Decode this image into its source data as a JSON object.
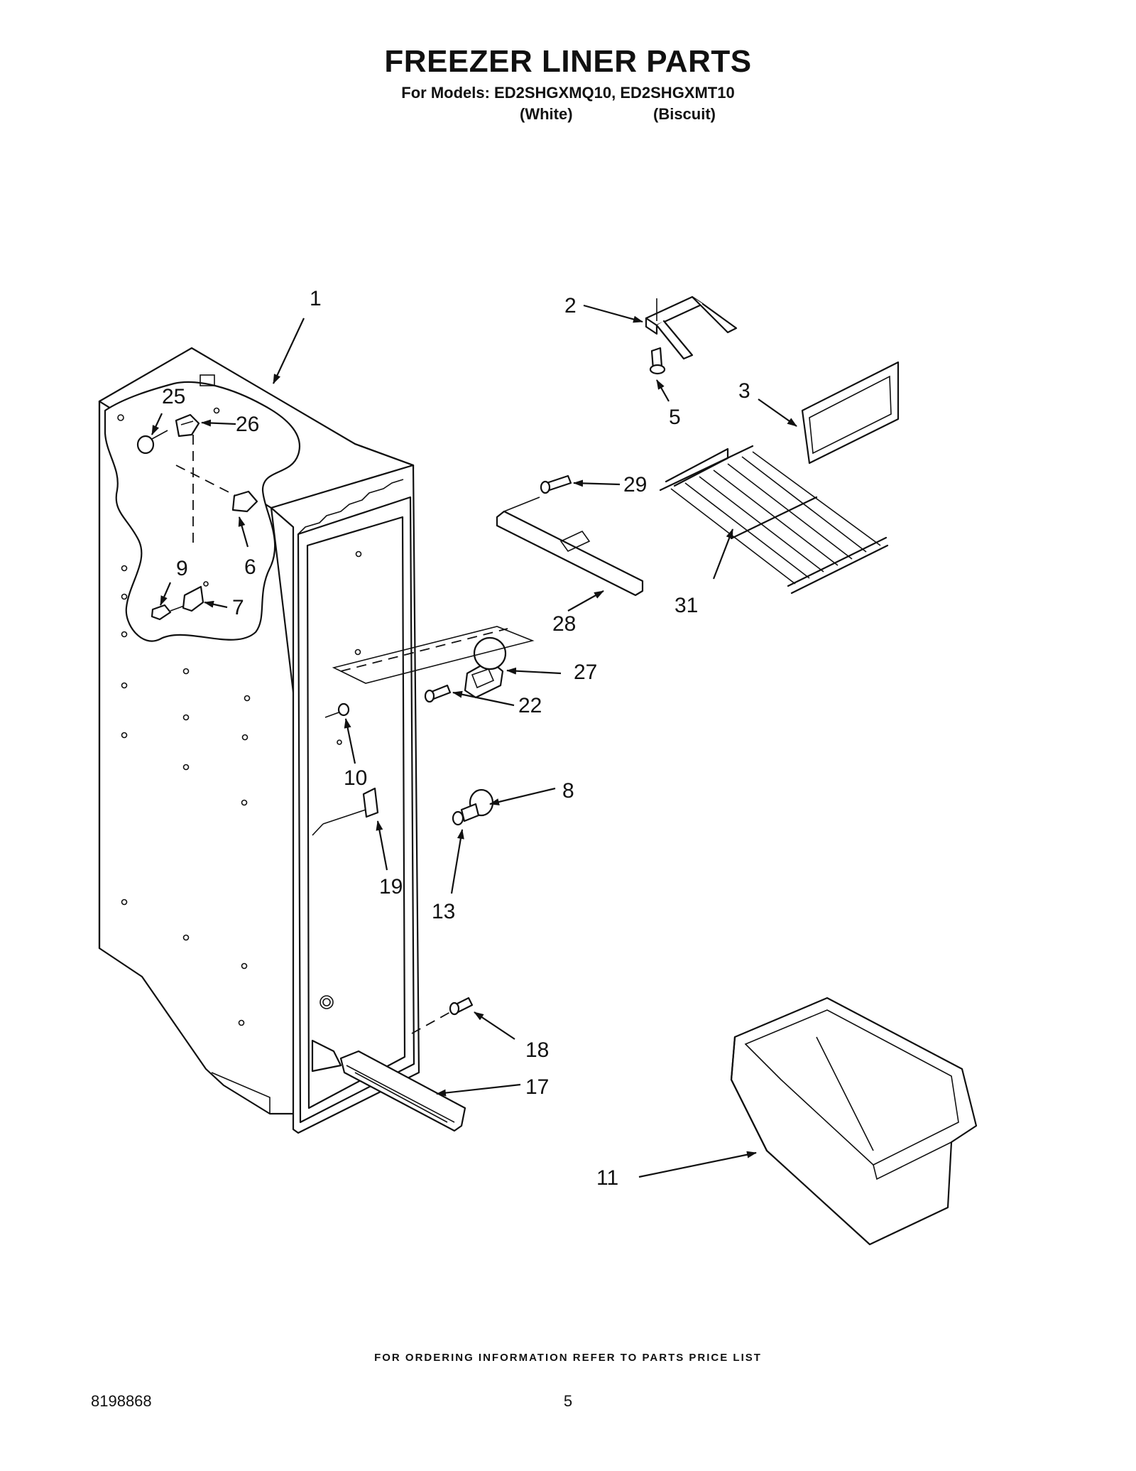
{
  "header": {
    "title": "FREEZER LINER PARTS",
    "models_line": "For Models: ED2SHGXMQ10, ED2SHGXMT10",
    "variant_1": "(White)",
    "variant_2": "(Biscuit)"
  },
  "callouts": {
    "c1": "1",
    "c2": "2",
    "c3": "3",
    "c5": "5",
    "c6": "6",
    "c7": "7",
    "c8": "8",
    "c9": "9",
    "c10": "10",
    "c11": "11",
    "c13": "13",
    "c17": "17",
    "c18": "18",
    "c19": "19",
    "c22": "22",
    "c25": "25",
    "c26": "26",
    "c27": "27",
    "c28": "28",
    "c29": "29",
    "c31": "31"
  },
  "footer": {
    "ordering_note": "FOR ORDERING INFORMATION REFER TO PARTS PRICE LIST",
    "doc_number": "8198868",
    "page_number": "5"
  }
}
